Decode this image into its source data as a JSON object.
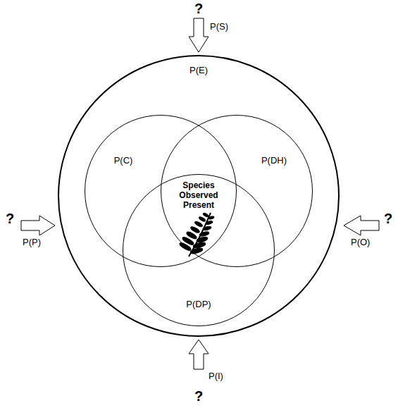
{
  "diagram": {
    "nodes": [
      {
        "text": [
          "P(E)"
        ]
      },
      {
        "text": [
          "P(C)"
        ],
        "in": 0
      },
      {
        "text": [
          "P(DH)"
        ],
        "in": 0
      },
      {
        "text": [
          "P(DP)"
        ],
        "in": 0
      }
    ],
    "labels": [
      "?",
      "P(S)",
      "?",
      "P(P)",
      "?",
      "P(O)",
      "Species Observed Present",
      "P(I)",
      "?"
    ]
  }
}
